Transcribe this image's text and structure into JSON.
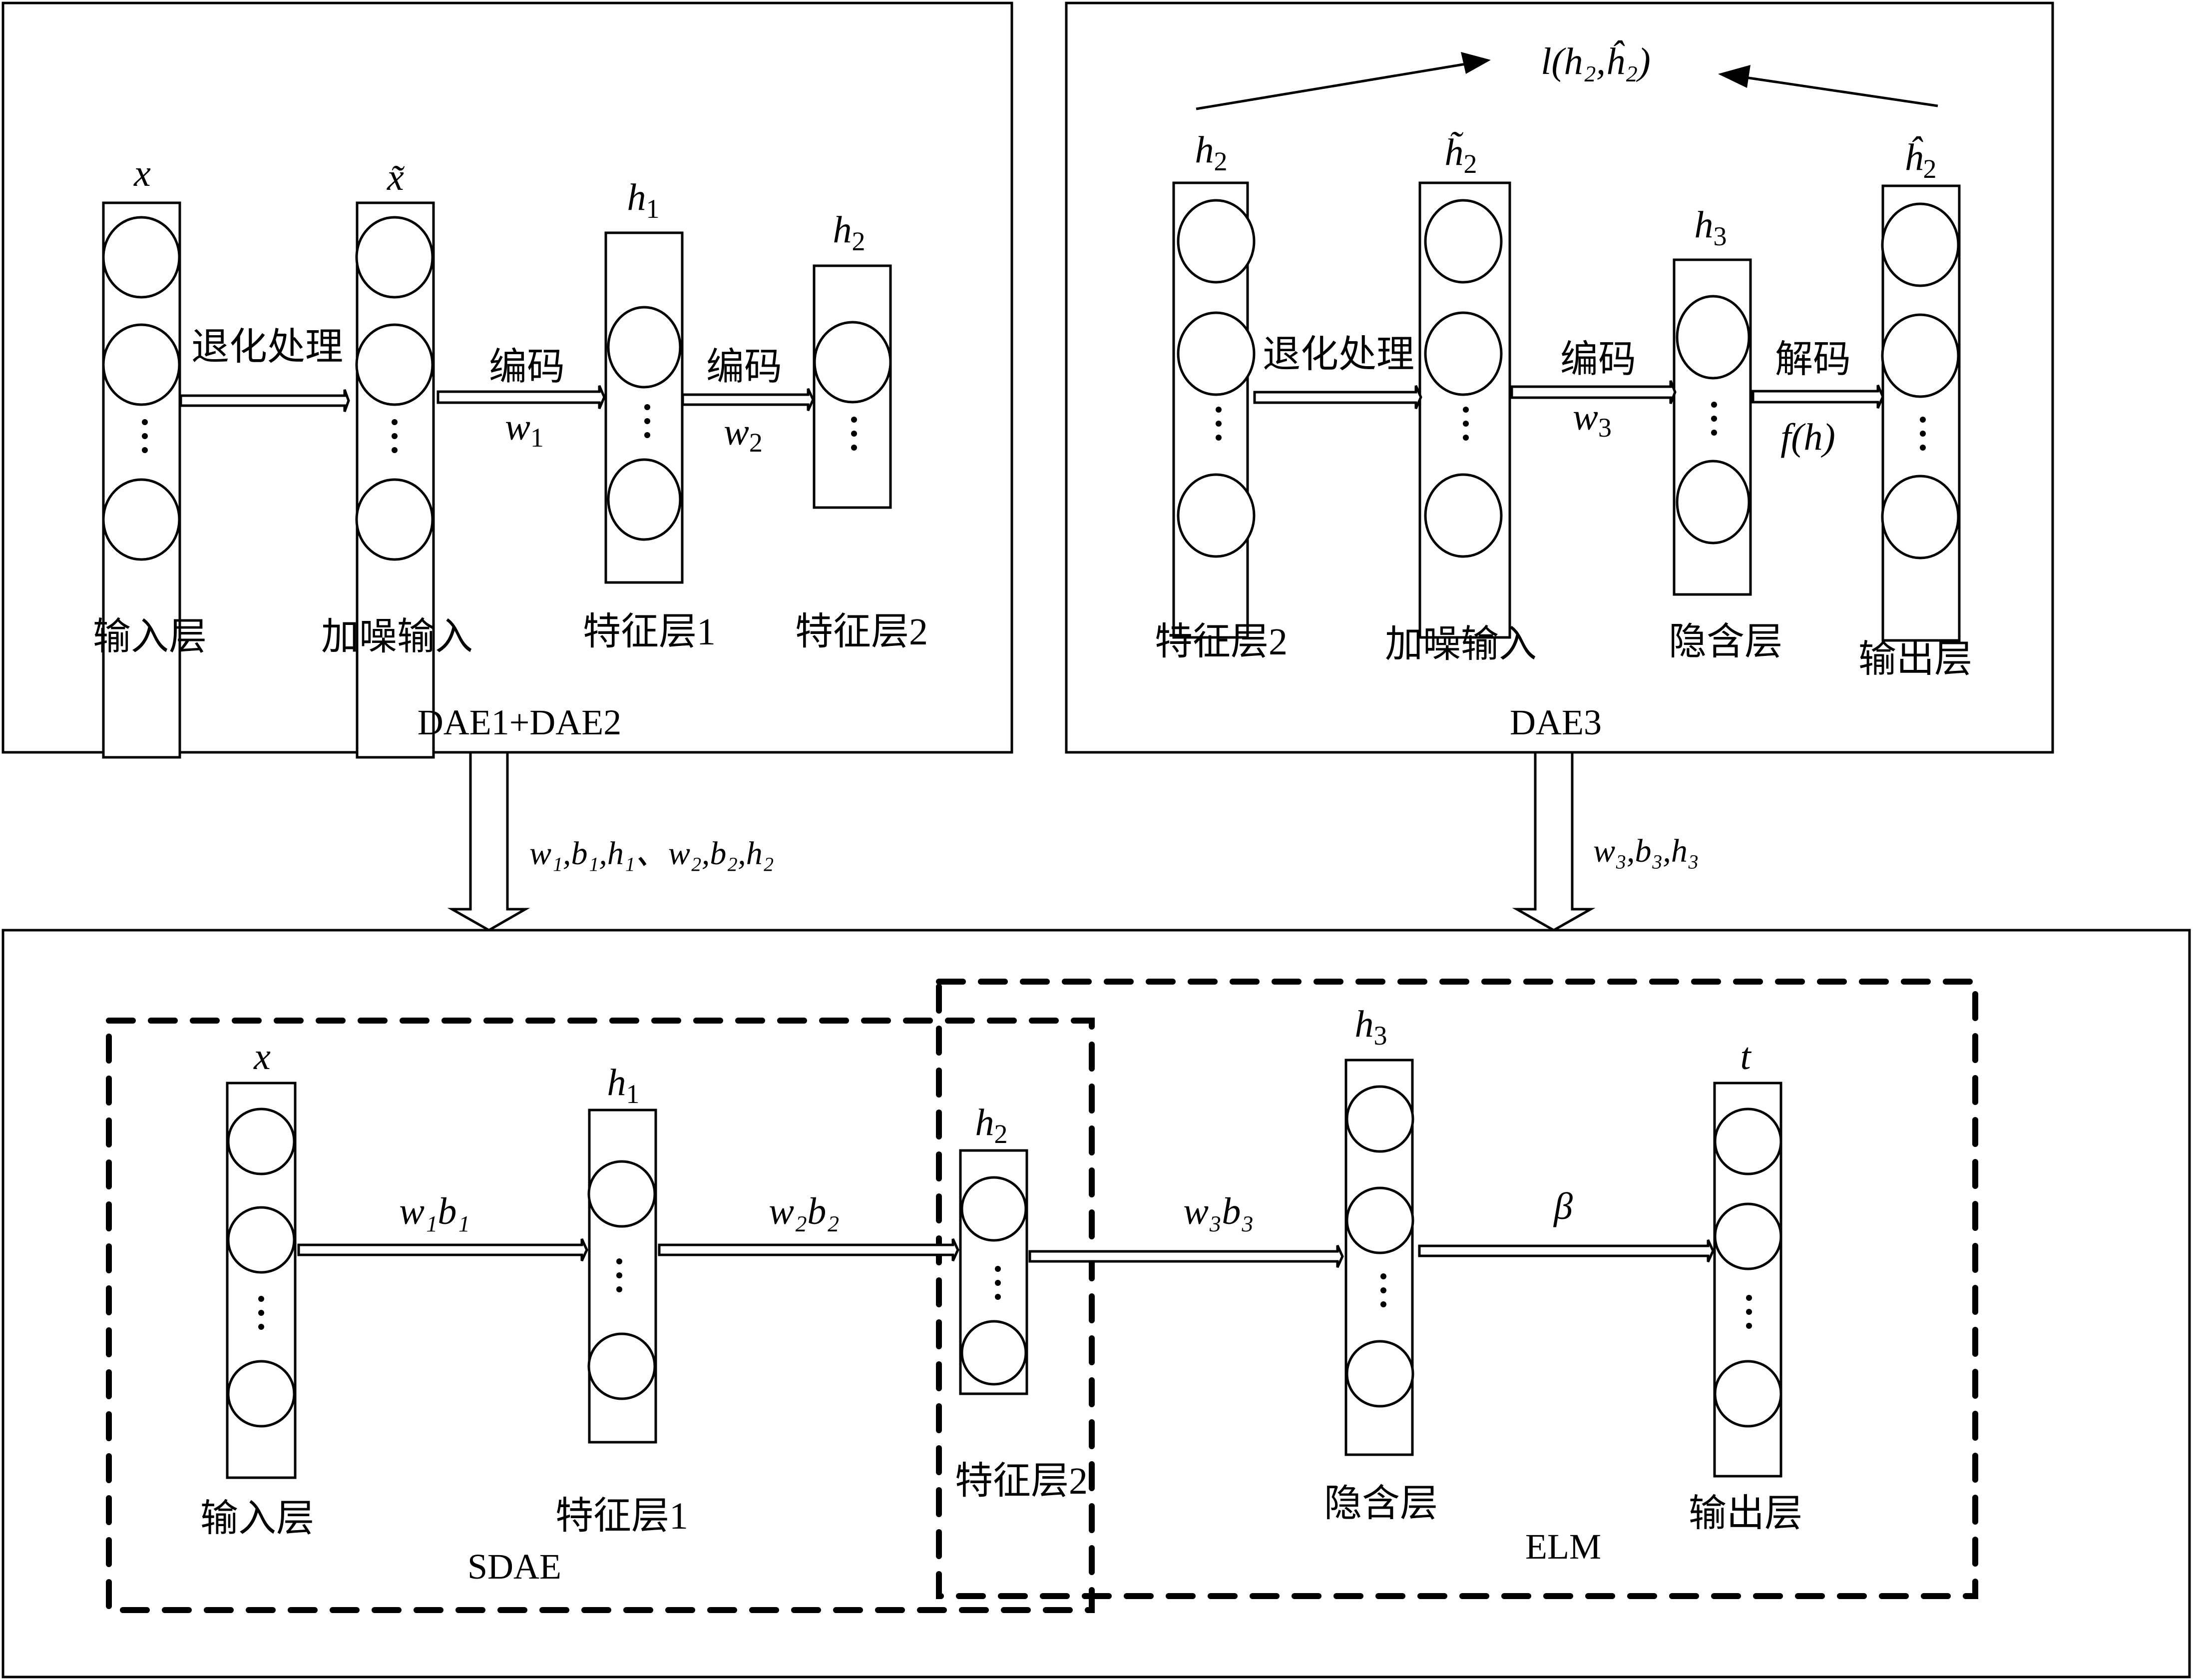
{
  "panels": {
    "dae12": {
      "title": "DAE1+DAE2",
      "layers": [
        {
          "symbol": "x",
          "caption": "输入层"
        },
        {
          "symbol": "x̃",
          "caption": "加噪输入"
        },
        {
          "symbol": "h",
          "subscript": "1",
          "caption": "特征层1"
        },
        {
          "symbol": "h",
          "subscript": "2",
          "caption": "特征层2"
        }
      ],
      "arrows": [
        {
          "top": "退化处理",
          "bottom": ""
        },
        {
          "top": "编码",
          "bottom_symbol": "w",
          "bottom_subscript": "1"
        },
        {
          "top": "编码",
          "bottom_symbol": "w",
          "bottom_subscript": "2"
        }
      ]
    },
    "dae3": {
      "title": "DAE3",
      "loss_label": "l(h₂,ĥ₂)",
      "layers": [
        {
          "symbol": "h",
          "subscript": "2",
          "caption": "特征层2"
        },
        {
          "symbol": "h̃",
          "subscript": "2",
          "caption": "加噪输入"
        },
        {
          "symbol": "h",
          "subscript": "3",
          "caption": "隐含层"
        },
        {
          "symbol": "ĥ",
          "subscript": "2",
          "caption": "输出层"
        }
      ],
      "arrows": [
        {
          "top": "退化处理",
          "bottom": ""
        },
        {
          "top": "编码",
          "bottom_symbol": "w",
          "bottom_subscript": "3"
        },
        {
          "top": "解码",
          "bottom": "f(h)"
        }
      ]
    },
    "transfer_left": "w₁,b₁,h₁、w₂,b₂,h₂",
    "transfer_right": "w₃,b₃,h₃",
    "bottom": {
      "sdae_label": "SDAE",
      "elm_label": "ELM",
      "layers": [
        {
          "symbol": "x",
          "caption": "输入层"
        },
        {
          "symbol": "h",
          "subscript": "1",
          "caption": "特征层1"
        },
        {
          "symbol": "h",
          "subscript": "2",
          "caption": "特征层2"
        },
        {
          "symbol": "h",
          "subscript": "3",
          "caption": "隐含层"
        },
        {
          "symbol": "t",
          "caption": "输出层"
        }
      ],
      "arrows": [
        {
          "label": "w₁b₁"
        },
        {
          "label": "w₂b₂"
        },
        {
          "label": "w₃b₃"
        },
        {
          "label": "β"
        }
      ]
    }
  }
}
